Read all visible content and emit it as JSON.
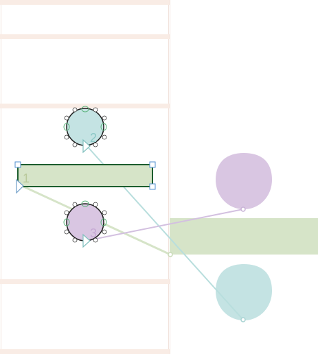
{
  "canvas": {
    "nodes": [
      {
        "id": "node-1",
        "label": "1",
        "shape": "rectangle",
        "color": "#d6e4c8",
        "selected": true
      },
      {
        "id": "node-2",
        "label": "2",
        "shape": "circle",
        "color": "#c4e3e3",
        "selected": true
      },
      {
        "id": "node-3",
        "label": "3",
        "shape": "circle",
        "color": "#d9c6e2",
        "selected": true
      }
    ],
    "preview": {
      "purple_blob_color": "#d9c6e2",
      "green_bar_color": "#d6e4c8",
      "teal_blob_color": "#c4e3e3"
    },
    "connector_colors": {
      "node1": "#d6e4c8",
      "node2": "#b8dedd",
      "node3": "#d3c0e0"
    }
  }
}
